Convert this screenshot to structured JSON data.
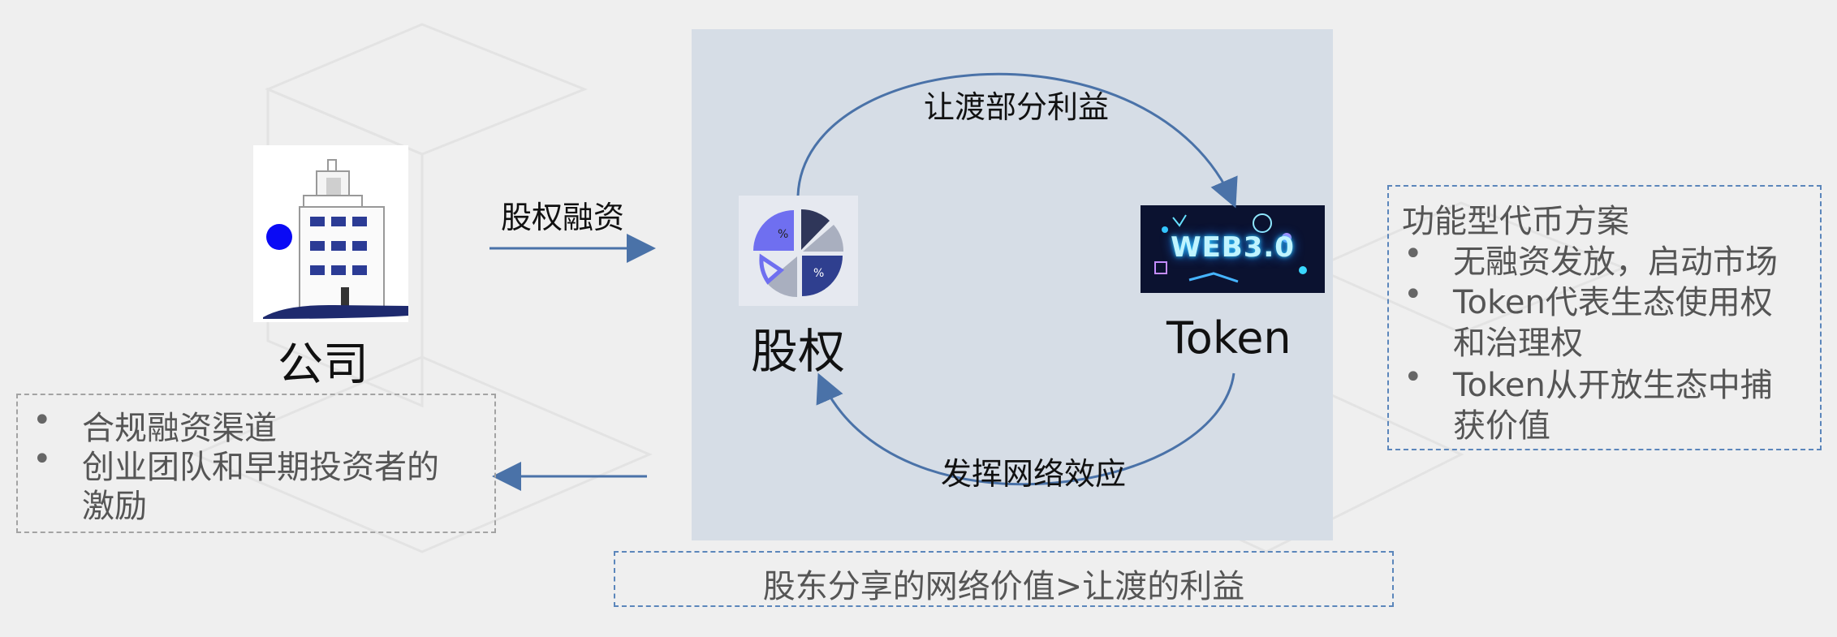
{
  "company": {
    "label": "公司"
  },
  "equity": {
    "label": "股权"
  },
  "token": {
    "label": "Token",
    "image_text": "WEB3.0"
  },
  "arrows": {
    "financing_label": "股权融资",
    "top_label": "让渡部分利益",
    "bottom_label": "发挥网络效应"
  },
  "left_box": {
    "items": [
      "合规融资渠道",
      "创业团队和早期投资者的",
      "激励"
    ]
  },
  "right_box": {
    "title": "功能型代币方案",
    "items": [
      "无融资发放，启动市场",
      "Token代表生态使用权",
      "和治理权",
      "Token从开放生态中捕",
      "获价值"
    ]
  },
  "bottom_box": {
    "text": "股东分享的网络价值>让渡的利益"
  },
  "colors": {
    "arrow": "#4a72a8",
    "panel": "#d6dde6",
    "dashed_blue": "#5b86bb",
    "dashed_gray": "#a3a3a3",
    "pie_dark": "#2f3f8f",
    "pie_light": "#6f6ff0",
    "pie_gray": "#a9afbf"
  }
}
